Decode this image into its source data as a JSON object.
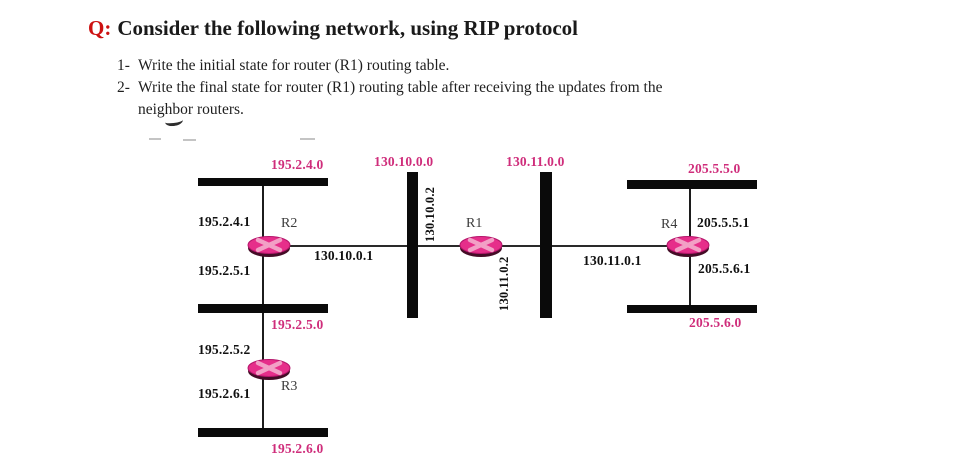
{
  "question": {
    "prefix": "Q:",
    "title": "Consider the following network, using RIP protocol",
    "item1_num": "1-",
    "item1_text": "Write the initial state for router (R1) routing table.",
    "item2_num": "2-",
    "item2_text": "Write the final state for router (R1) routing table after receiving the updates from the",
    "item2_cont": "neighbor routers."
  },
  "diagram": {
    "protocol": "RIP",
    "routers": {
      "r1": "R1",
      "r2": "R2",
      "r3": "R3",
      "r4": "R4"
    },
    "networks": {
      "lan_195_2_4_0": "195.2.4.0",
      "wan_130_10_0_0": "130.10.0.0",
      "wan_130_11_0_0": "130.11.0.0",
      "lan_205_5_5_0": "205.5.5.0",
      "lan_195_2_5_0": "195.2.5.0",
      "lan_205_5_6_0": "205.5.6.0",
      "lan_195_2_6_0": "195.2.6.0"
    },
    "interfaces": {
      "r2_lan_top": "195.2.4.1",
      "r2_lan_bottom": "195.2.5.1",
      "r2_wan": "130.10.0.1",
      "r1_wan_left": "130.10.0.2",
      "r1_wan_right": "130.11.0.2",
      "r4_wan": "130.11.0.1",
      "r4_lan_top": "205.5.5.1",
      "r4_lan_bottom": "205.5.6.1",
      "r3_lan_top": "195.2.5.2",
      "r3_lan_bottom": "195.2.6.1"
    },
    "colors": {
      "network_label": "#cf2d7b",
      "router_fill": "#e62e8a",
      "router_x": "#f2a0c6",
      "question_prefix": "#cc1111",
      "bus_bar": "#0a0a0a"
    }
  }
}
